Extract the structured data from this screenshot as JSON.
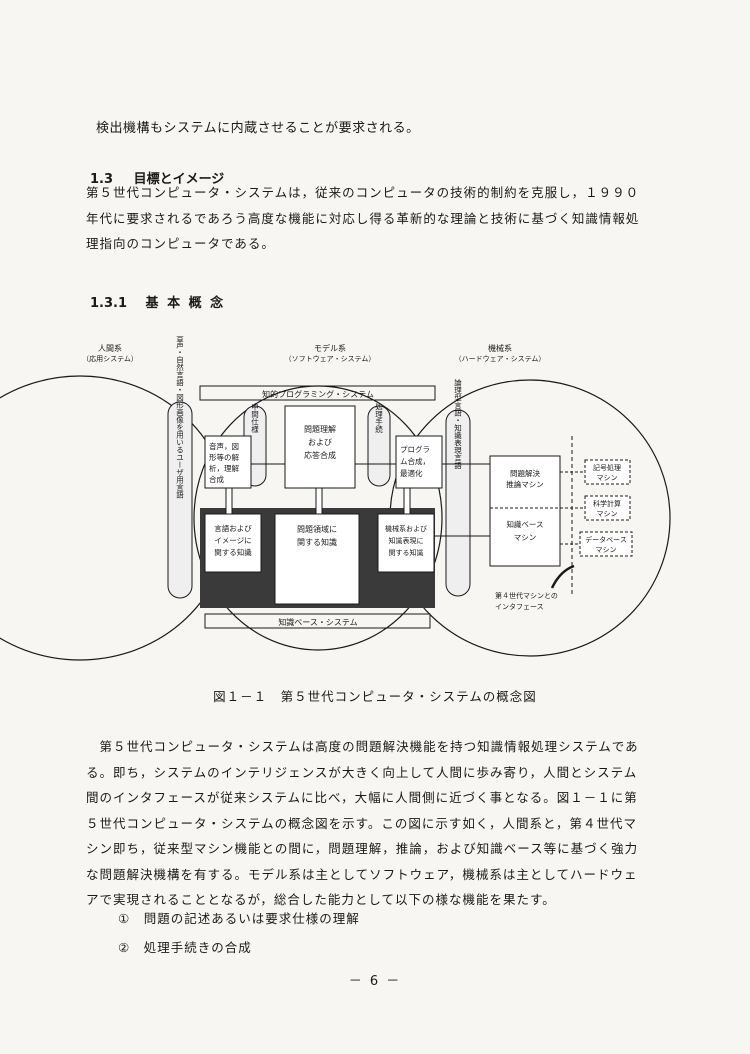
{
  "text_top": "検出機構もシステムに内蔵させることが要求される。",
  "section_1_3": {
    "number": "1.3",
    "title": "目標とイメージ",
    "lines": [
      "第５世代コンピュータ・システムは，従来のコンピュータの技術的制約を克服し，１９９０",
      "年代に要求されるであろう高度な機能に対応し得る革新的な理論と技術に基づく知識情報処",
      "理指向のコンピュータである。"
    ]
  },
  "section_1_3_1": {
    "number": "1.3.1",
    "title": "基 本 概 念"
  },
  "figure": {
    "human_label": "人間系",
    "human_sub": "（応用システム）",
    "model_label": "モデル系",
    "model_sub": "（ソフトウェア・システム）",
    "machine_label": "機械系",
    "machine_sub": "（ハードウェア・システム）",
    "intelligent_prog": "知的プログラミング・システム",
    "kb_system": "知識ベース・システム",
    "side_left": "音声・自然言語・図形画像を用いるユーザ用言語",
    "side_mid_left": "中間仕様",
    "side_mid_right": "処理手続",
    "side_right": "論理型言語・知識表現言語",
    "box_speech": [
      "音声，図",
      "形等の解",
      "析，理解",
      "合成"
    ],
    "box_problem": [
      "問題理解",
      "および",
      "応答合成"
    ],
    "box_prog": [
      "プログラ",
      "ム合成，",
      "最適化"
    ],
    "box_lang_knowledge": [
      "言語および",
      "イメージに",
      "関する知識"
    ],
    "box_domain_knowledge": [
      "問題領域に",
      "関する知識"
    ],
    "box_machine_knowledge": [
      "機械系および",
      "知識表現に",
      "関する知識"
    ],
    "box_inference": [
      "問題解決",
      "推論マシン"
    ],
    "box_kb_machine": [
      "知識ベース",
      "マシン"
    ],
    "box_symbol": [
      "記号処理",
      "マシン"
    ],
    "box_sci": [
      "科学計算",
      "マシン"
    ],
    "box_db": [
      "データベース",
      "マシン"
    ],
    "interface_note": [
      "第４世代マシンとの",
      "インタフェース"
    ],
    "caption": "図１－１　第５世代コンピュータ・システムの概念図"
  },
  "body_lines": [
    "　第５世代コンピュータ・システムは高度の問題解決機能を持つ知識情報処理システムであ",
    "る。即ち，システムのインテリジェンスが大きく向上して人間に歩み寄り，人間とシステム",
    "間のインタフェースが従来システムに比べ，大幅に人間側に近づく事となる。図１－１に第",
    "５世代コンピュータ・システムの概念図を示す。この図に示す如く，人間系と，第４世代マ",
    "シン即ち，従来型マシン機能との間に，問題理解，推論，および知識ベース等に基づく強力",
    "な問題解決機構を有する。モデル系は主としてソフトウェア，機械系は主としてハードウェ",
    "アで実現されることとなるが，総合した能力として以下の様な機能を果たす。"
  ],
  "list_items": [
    "①　問題の記述あるいは要求仕様の理解",
    "②　処理手続きの合成"
  ],
  "page_number": "－ 6 －"
}
